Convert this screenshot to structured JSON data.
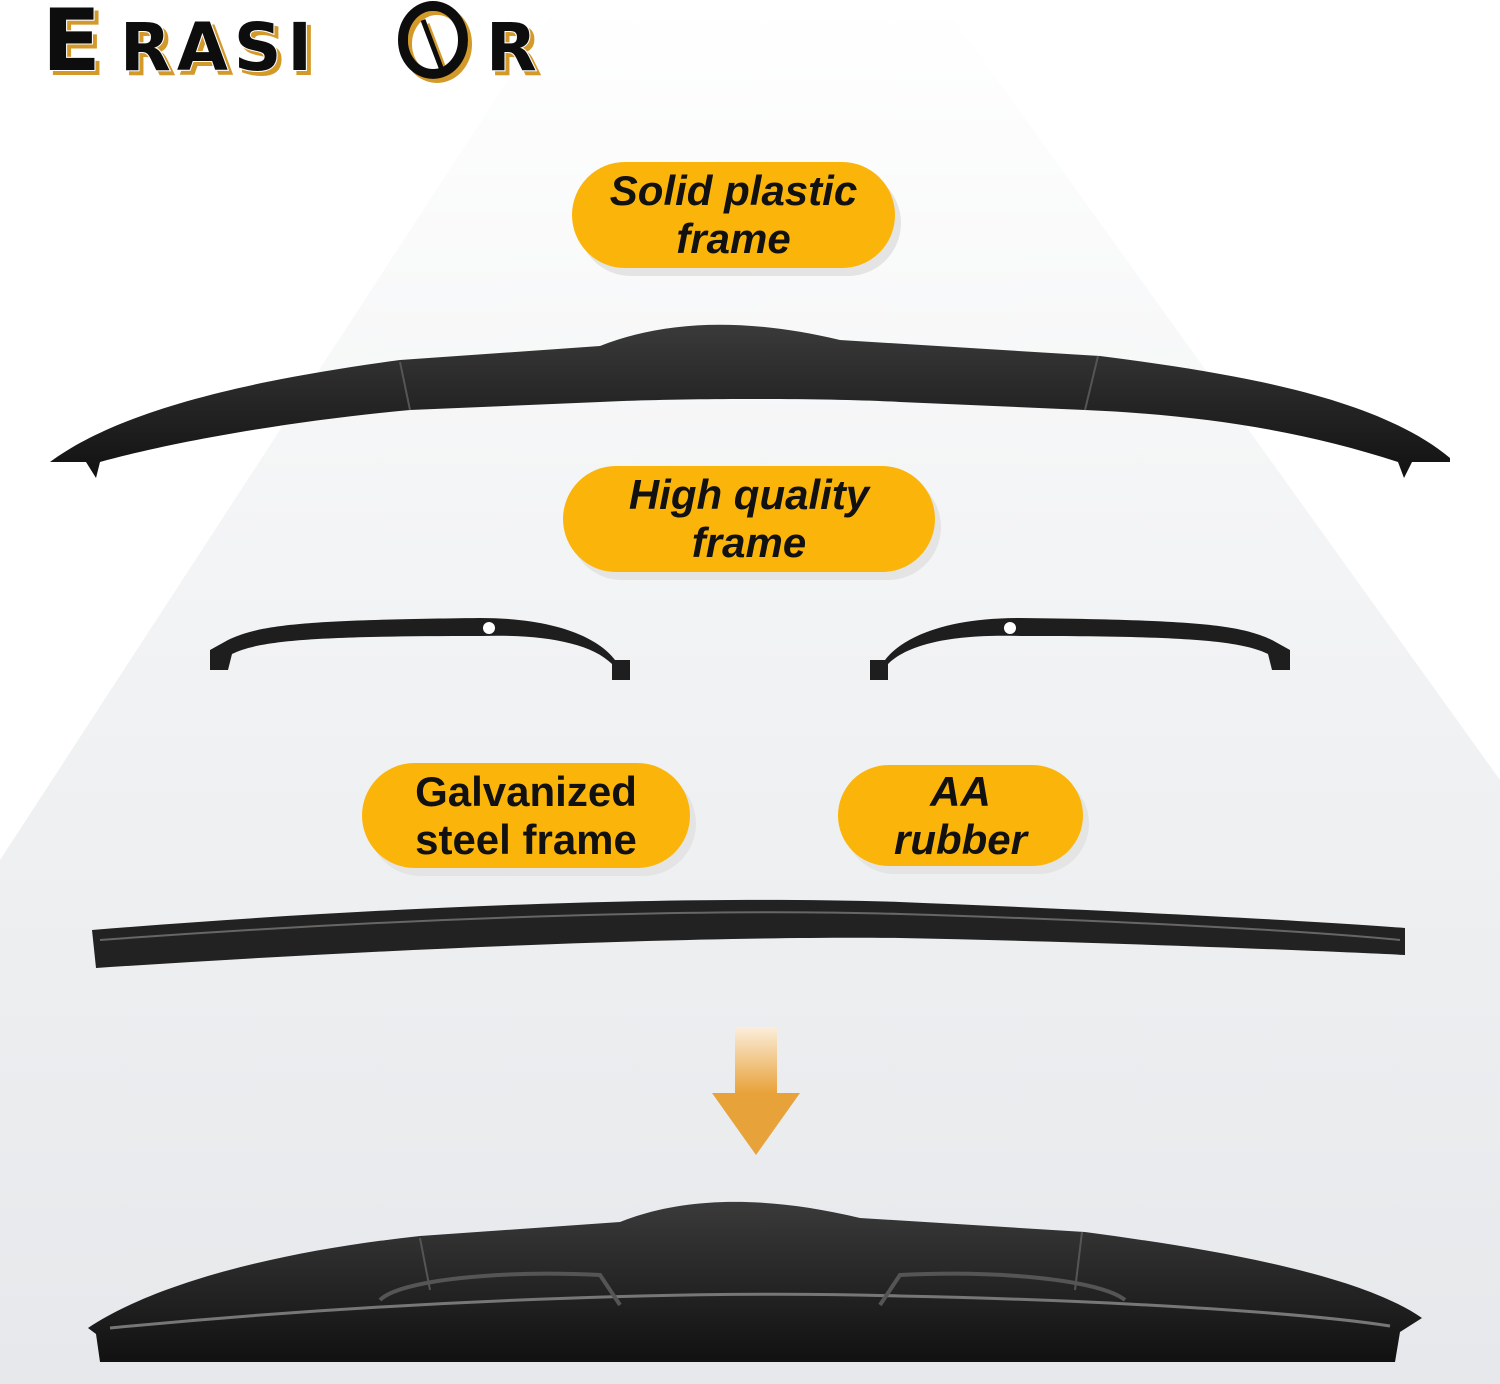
{
  "brand": {
    "logo_text": "ERASIOR"
  },
  "labels": {
    "solid_plastic": [
      "Solid plastic",
      "frame"
    ],
    "high_quality": [
      "High quality",
      "frame"
    ],
    "galvanized": [
      "Galvanized",
      "steel frame"
    ],
    "aa_rubber": [
      "AA",
      "rubber"
    ]
  },
  "colors": {
    "label_fill": "#fbb50a",
    "arrow": "#e8a23a",
    "blade": "#1c1c1c",
    "background_band": "#e9ebee"
  }
}
